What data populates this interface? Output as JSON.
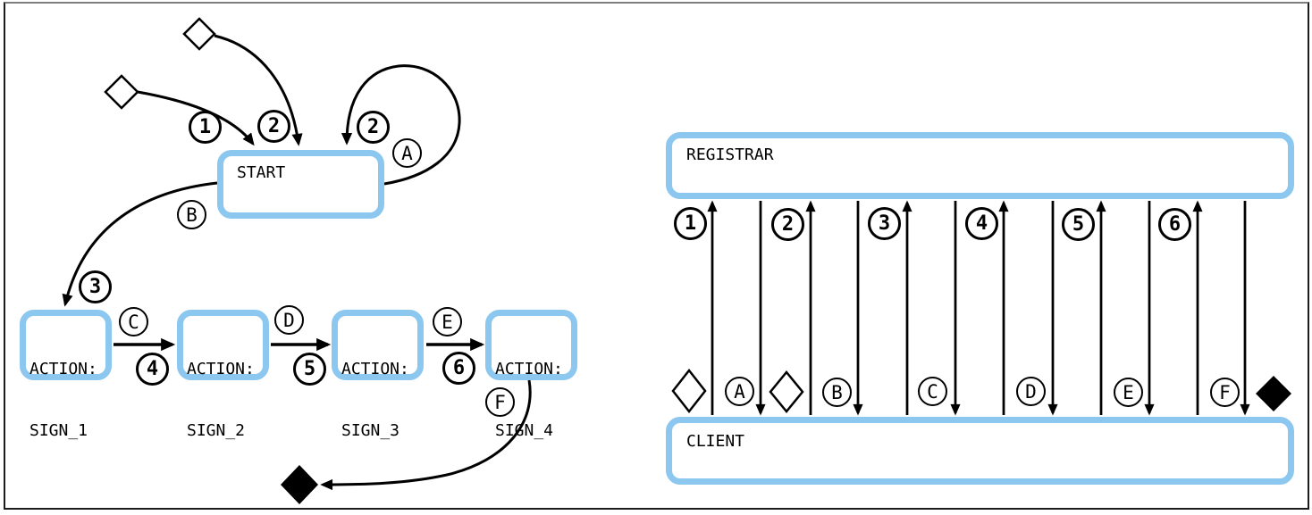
{
  "colors": {
    "node_border": "#8CC7F0",
    "node_fill": "#ffffff",
    "edge": "#000000",
    "frame_border": "#1c1c1c"
  },
  "state_diagram": {
    "start_node": {
      "label": "START"
    },
    "action_nodes": [
      {
        "line1": "ACTION:",
        "line2": "SIGN_1"
      },
      {
        "line1": "ACTION:",
        "line2": "SIGN_2"
      },
      {
        "line1": "ACTION:",
        "line2": "SIGN_3"
      },
      {
        "line1": "ACTION:",
        "line2": "SIGN_4"
      }
    ],
    "edge_labels": {
      "diamond1_to_start": "1",
      "diamond2_to_start": "2",
      "start_self_number": "2",
      "start_self_letter": "A",
      "start_to_sign1_letter": "B",
      "start_to_sign1_number": "3",
      "sign1_to_sign2_letter": "C",
      "sign1_to_sign2_number": "4",
      "sign2_to_sign3_letter": "D",
      "sign2_to_sign3_number": "5",
      "sign3_to_sign4_letter": "E",
      "sign3_to_sign4_number": "6",
      "sign4_to_end_letter": "F"
    }
  },
  "sequence_diagram": {
    "registrar_label": "REGISTRAR",
    "client_label": "CLIENT",
    "request_numbers": [
      "1",
      "2",
      "3",
      "4",
      "5",
      "6"
    ],
    "response_letters": [
      "A",
      "B",
      "C",
      "D",
      "E",
      "F"
    ]
  }
}
